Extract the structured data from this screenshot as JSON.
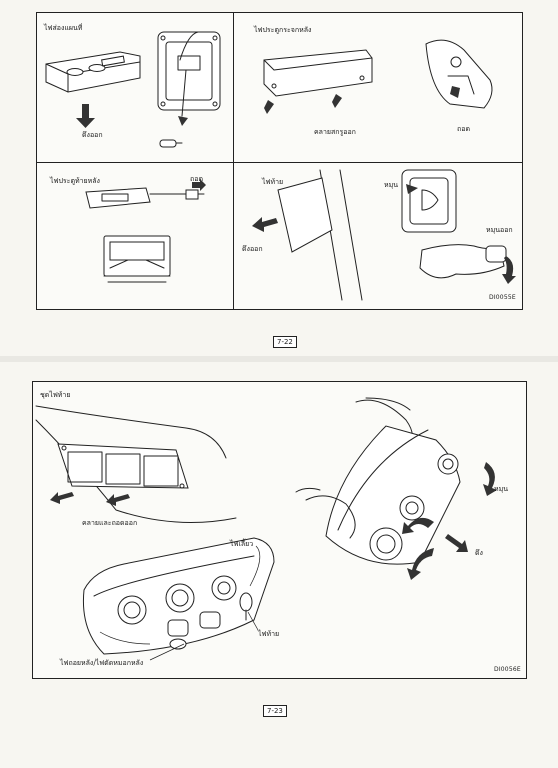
{
  "page_top": {
    "panels": [
      {
        "title": "ไฟส่องแผนที่",
        "caption": "ดึงออก"
      },
      {
        "title": "ไฟประตูกระจกหลัง",
        "caption": "คลายสกรูออก",
        "caption2": "ถอด"
      },
      {
        "title": "ไฟประตูท้ายหลัง",
        "caption": "ถอด"
      },
      {
        "title": "ไฟท้าย",
        "caption": "ดึงออก",
        "caption2": "หมุน",
        "caption3": "หมุนออก"
      }
    ],
    "figure_code": "DI0055E",
    "page_number": "7-22"
  },
  "page_bottom": {
    "title": "ชุดไฟท้าย",
    "labels": {
      "loosen": "คลายและถอดออก",
      "turn": "ไฟเลี้ยว",
      "tail": "ไฟท้าย",
      "reverse": "ไฟถอยหลัง/ไฟตัดหมอกหลัง",
      "rotate": "หมุน",
      "pull": "ดึง"
    },
    "figure_code": "DI0056E",
    "page_number": "7-23"
  }
}
